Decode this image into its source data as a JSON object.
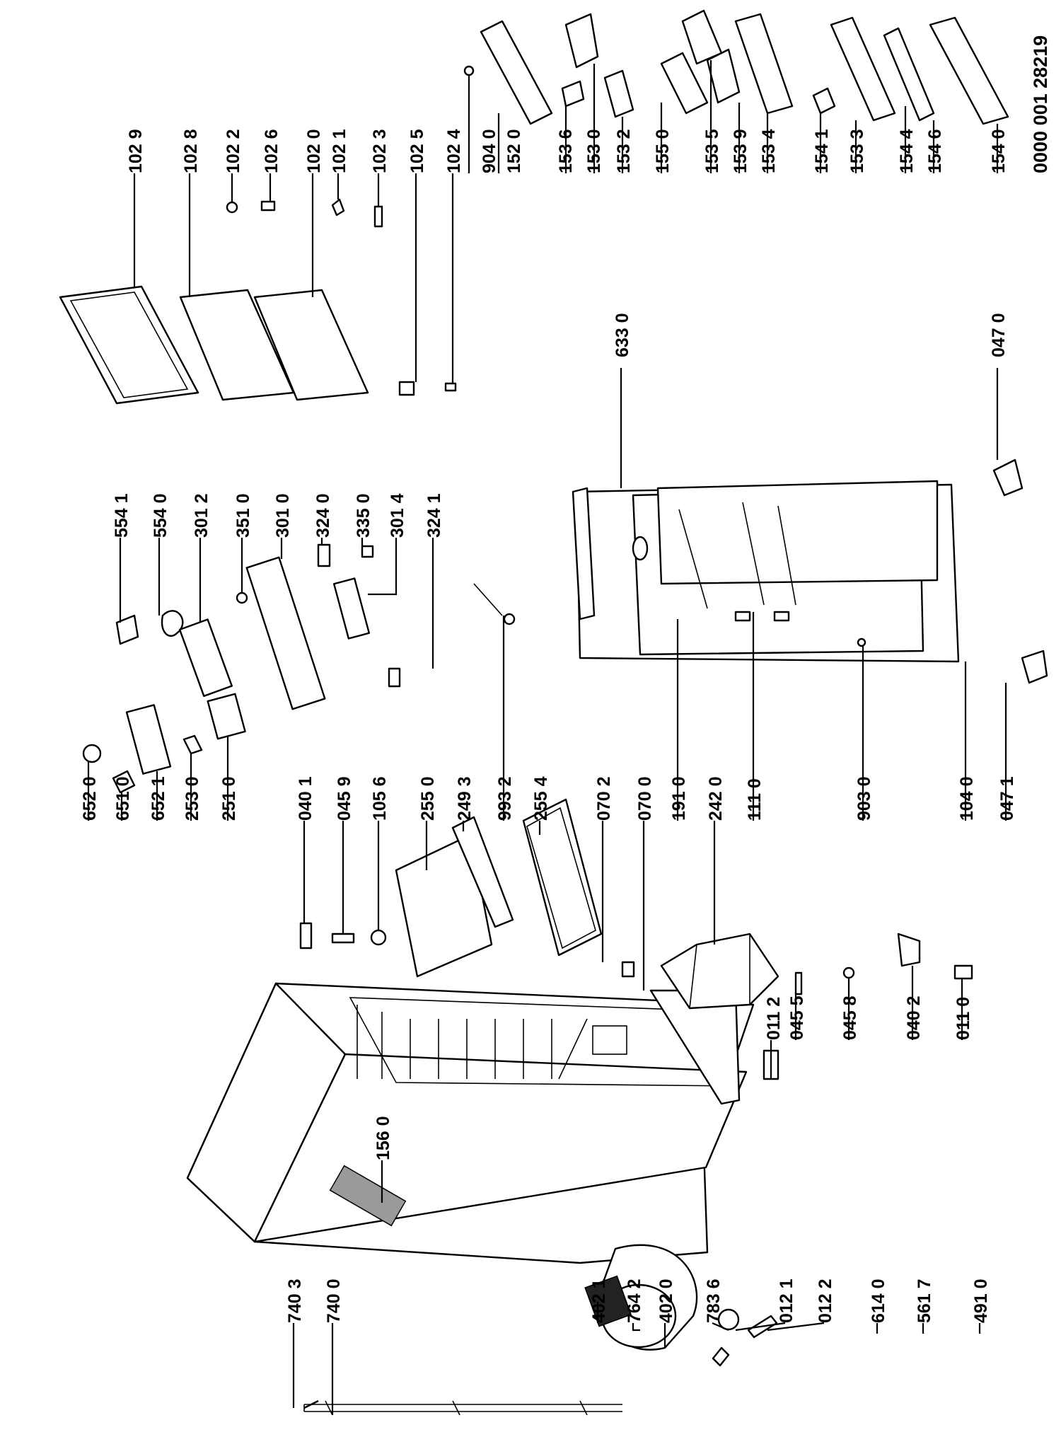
{
  "document_number": "0000 001 28219",
  "labels": [
    "102 9",
    "102 8",
    "102 2",
    "102 6",
    "102 0",
    "102 1",
    "102 3",
    "102 5",
    "102 4",
    "904 0",
    "152 0",
    "153 6",
    "153 0",
    "153 2",
    "155 0",
    "153 5",
    "153 9",
    "153 4",
    "154 1",
    "153 3",
    "154 4",
    "154 6",
    "154 0",
    "554 1",
    "554 0",
    "301 2",
    "351 0",
    "301 0",
    "324 0",
    "335 0",
    "301 4",
    "324 1",
    "633 0",
    "047 0",
    "652 0",
    "651 0",
    "652 1",
    "253 0",
    "251 0",
    "040 1",
    "045 9",
    "105 6",
    "255 0",
    "249 3",
    "993 2",
    "255 4",
    "070 2",
    "070 0",
    "191 0",
    "242 0",
    "111 0",
    "903 0",
    "104 0",
    "047 1",
    "156 0",
    "011 2",
    "045 5",
    "045 8",
    "040 2",
    "011 0",
    "740 3",
    "740 0",
    "402 1",
    "764 2",
    "402 0",
    "783 6",
    "012 1",
    "012 2",
    "614 0",
    "561 7",
    "491 0"
  ]
}
